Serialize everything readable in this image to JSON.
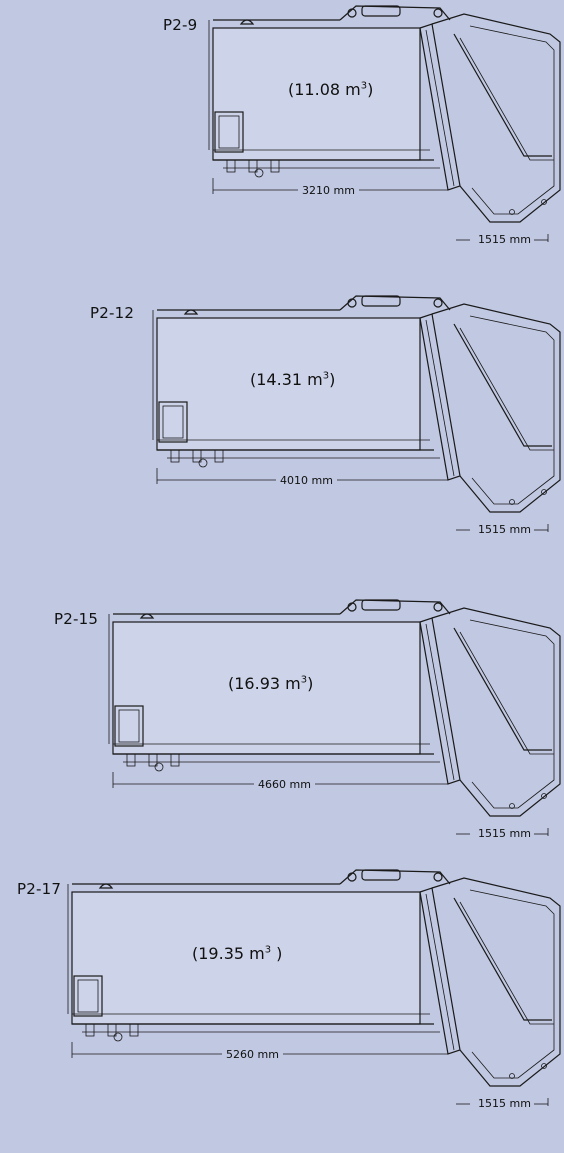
{
  "colors": {
    "background": "#c0c8e2",
    "line": "#1a1a1a",
    "body_fill": "#cdd3e8"
  },
  "units": [
    {
      "model": "P2-9",
      "volume_value": "(11.08 m",
      "volume_unit_sup": "3",
      "volume_close": ")",
      "body_length": "3210 mm",
      "tail_length": "1515 mm"
    },
    {
      "model": "P2-12",
      "volume_value": "(14.31 m",
      "volume_unit_sup": "3",
      "volume_close": ")",
      "body_length": "4010 mm",
      "tail_length": "1515 mm"
    },
    {
      "model": "P2-15",
      "volume_value": "(16.93 m",
      "volume_unit_sup": "3",
      "volume_close": ")",
      "body_length": "4660 mm",
      "tail_length": "1515 mm"
    },
    {
      "model": "P2-17",
      "volume_value": "(19.35 m",
      "volume_unit_sup": "3",
      "volume_close": " )",
      "body_length": "5260 mm",
      "tail_length": "1515 mm"
    }
  ]
}
